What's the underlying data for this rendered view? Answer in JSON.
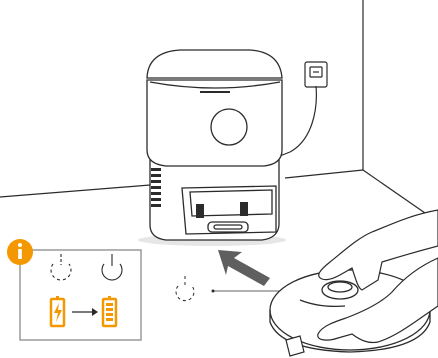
{
  "colors": {
    "line": "#2b2b2b",
    "accent_orange": "#f39800",
    "arrow_gray": "#5f5f5f",
    "panel_border": "#9a9a9a",
    "background": "#ffffff"
  },
  "icons": {
    "info": "info-icon",
    "blinking_power": "power-icon-blinking",
    "steady_power": "power-icon-steady",
    "battery_charging": "battery-charging-icon",
    "battery_full": "battery-full-icon",
    "transition_arrow": "right-arrow-icon",
    "move_arrow": "large-diagonal-arrow-icon"
  },
  "objects": {
    "station": "auto-empty-station",
    "outlet": "wall-power-outlet",
    "robot": "robot-vacuum"
  }
}
